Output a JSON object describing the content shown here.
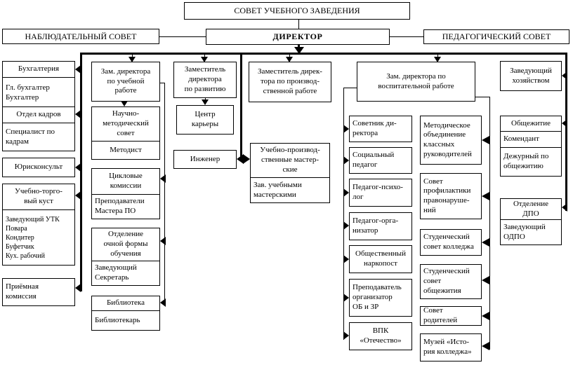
{
  "diagram": {
    "type": "org-chart",
    "colors": {
      "line": "#000000",
      "box_bg": "#ffffff",
      "text": "#000000"
    }
  },
  "nodes": {
    "council": {
      "label": "СОВЕТ УЧЕБНОГО ЗАВЕДЕНИЯ"
    },
    "supervisory": {
      "label": "НАБЛЮДАТЕЛЬНЫЙ СОВЕТ"
    },
    "director": {
      "label": "ДИРЕКТОР"
    },
    "pedagogical": {
      "label": "ПЕДАГОГИЧЕСКИЙ СОВЕТ"
    },
    "accounting": {
      "label": "Бухгалтерия"
    },
    "accounting_staff": {
      "label": "Гл. бухгалтер\nБухгалтер"
    },
    "hr": {
      "label": "Отдел кадров"
    },
    "hr_staff": {
      "label": "Специалист по\nкадрам"
    },
    "lawyer": {
      "label": "Юрисконсульт"
    },
    "utk": {
      "label": "Учебно-торго-\nвый куст"
    },
    "utk_staff": {
      "label": "Заведующий УТК\nПовара\nКондитер\nБуфетчик\nКух. рабочий"
    },
    "admissions": {
      "label": "Приёмная\nкомиссия"
    },
    "deputy_academic": {
      "label": "Зам. директора\nпо учебной\nработе"
    },
    "sci_method_council": {
      "label": "Научно-\nметодический\nсовет"
    },
    "methodist": {
      "label": "Методист"
    },
    "cycle_commissions": {
      "label": "Цикловые\nкомиссии"
    },
    "cycle_staff": {
      "label": "Преподаватели\nМастера ПО"
    },
    "fulltime_dept": {
      "label": "Отделение\nочной формы\nобучения"
    },
    "fulltime_staff": {
      "label": "Заведующий\nСекретарь"
    },
    "library": {
      "label": "Библиотека"
    },
    "librarian": {
      "label": "Библиотекарь"
    },
    "deputy_development": {
      "label": "Заместитель\nдиректора\nпо развитию"
    },
    "career_center": {
      "label": "Центр\nкарьеры"
    },
    "engineer": {
      "label": "Инженер"
    },
    "deputy_production": {
      "label": "Заместитель дирек-\nтора по производ-\nственной работе"
    },
    "workshops": {
      "label": "Учебно-производ-\nственные мастер-\nские"
    },
    "workshops_head": {
      "label": "Зав. учебными\nмастерскими"
    },
    "deputy_education": {
      "label": "Зам. директора по\nвоспитательной работе"
    },
    "advisor": {
      "label": "Советник ди-\nректора"
    },
    "social_pedagogue": {
      "label": "Социальный\nпедагог"
    },
    "psychologist": {
      "label": "Педагог-психо-\nлог"
    },
    "organizer": {
      "label": "Педагог-орга-\nнизатор"
    },
    "narcopost": {
      "label": "Общественный\nнаркопост"
    },
    "life_safety_teacher": {
      "label": "Преподаватель\nорганизатор\nОБ и ЗР"
    },
    "vpk": {
      "label": "ВПК\n«Отечество»"
    },
    "class_teachers_assoc": {
      "label": "Методическое\nобъединение\nклассных\nруководителей"
    },
    "prevention_council": {
      "label": "Совет\nпрофилактики\nправонаруше-\nний"
    },
    "student_council_college": {
      "label": "Студенческий\nсовет колледжа"
    },
    "student_council_dorm": {
      "label": "Студенческий\nсовет\nобщежития"
    },
    "parents_council": {
      "label": "Совет родителей"
    },
    "museum": {
      "label": "Музей «Исто-\nрия колледжа»"
    },
    "facility_manager": {
      "label": "Заведующий\nхозяйством"
    },
    "dormitory": {
      "label": "Общежитие"
    },
    "commandant": {
      "label": "Комендант"
    },
    "dorm_duty": {
      "label": "Дежурный по\nобщежитию"
    },
    "dpo_dept": {
      "label": "Отделение\nДПО"
    },
    "dpo_head": {
      "label": "Заведующий\nОДПО"
    }
  }
}
